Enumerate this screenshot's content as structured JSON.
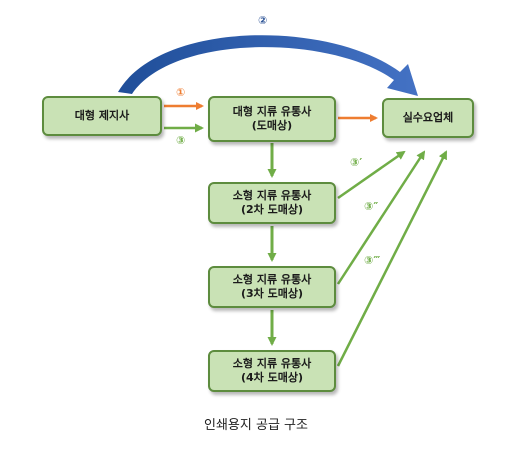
{
  "nodes": {
    "manufacturer": {
      "lines": [
        "대형 제지사"
      ]
    },
    "large_dist": {
      "lines": [
        "대형 지류 유통사",
        "(도매상)"
      ]
    },
    "end_user": {
      "lines": [
        "실수요업체"
      ]
    },
    "small2": {
      "lines": [
        "소형 지류 유통사",
        "(2차 도매상)"
      ]
    },
    "small3": {
      "lines": [
        "소형 지류 유통사",
        "(3차 도매상)"
      ]
    },
    "small4": {
      "lines": [
        "소형 지류 유통사",
        "(4차 도매상)"
      ]
    }
  },
  "labels": {
    "route1": "①",
    "route2": "②",
    "route3": "③",
    "route3a": "③′",
    "route3b": "③″",
    "route3c": "③‴"
  },
  "colors": {
    "orange": "#ee7d31",
    "green": "#70ad47",
    "blue": "#2f5597",
    "node_fill": "#c9e2b5",
    "node_border": "#5d8c3e"
  },
  "caption": "인쇄용지 공급 구조"
}
